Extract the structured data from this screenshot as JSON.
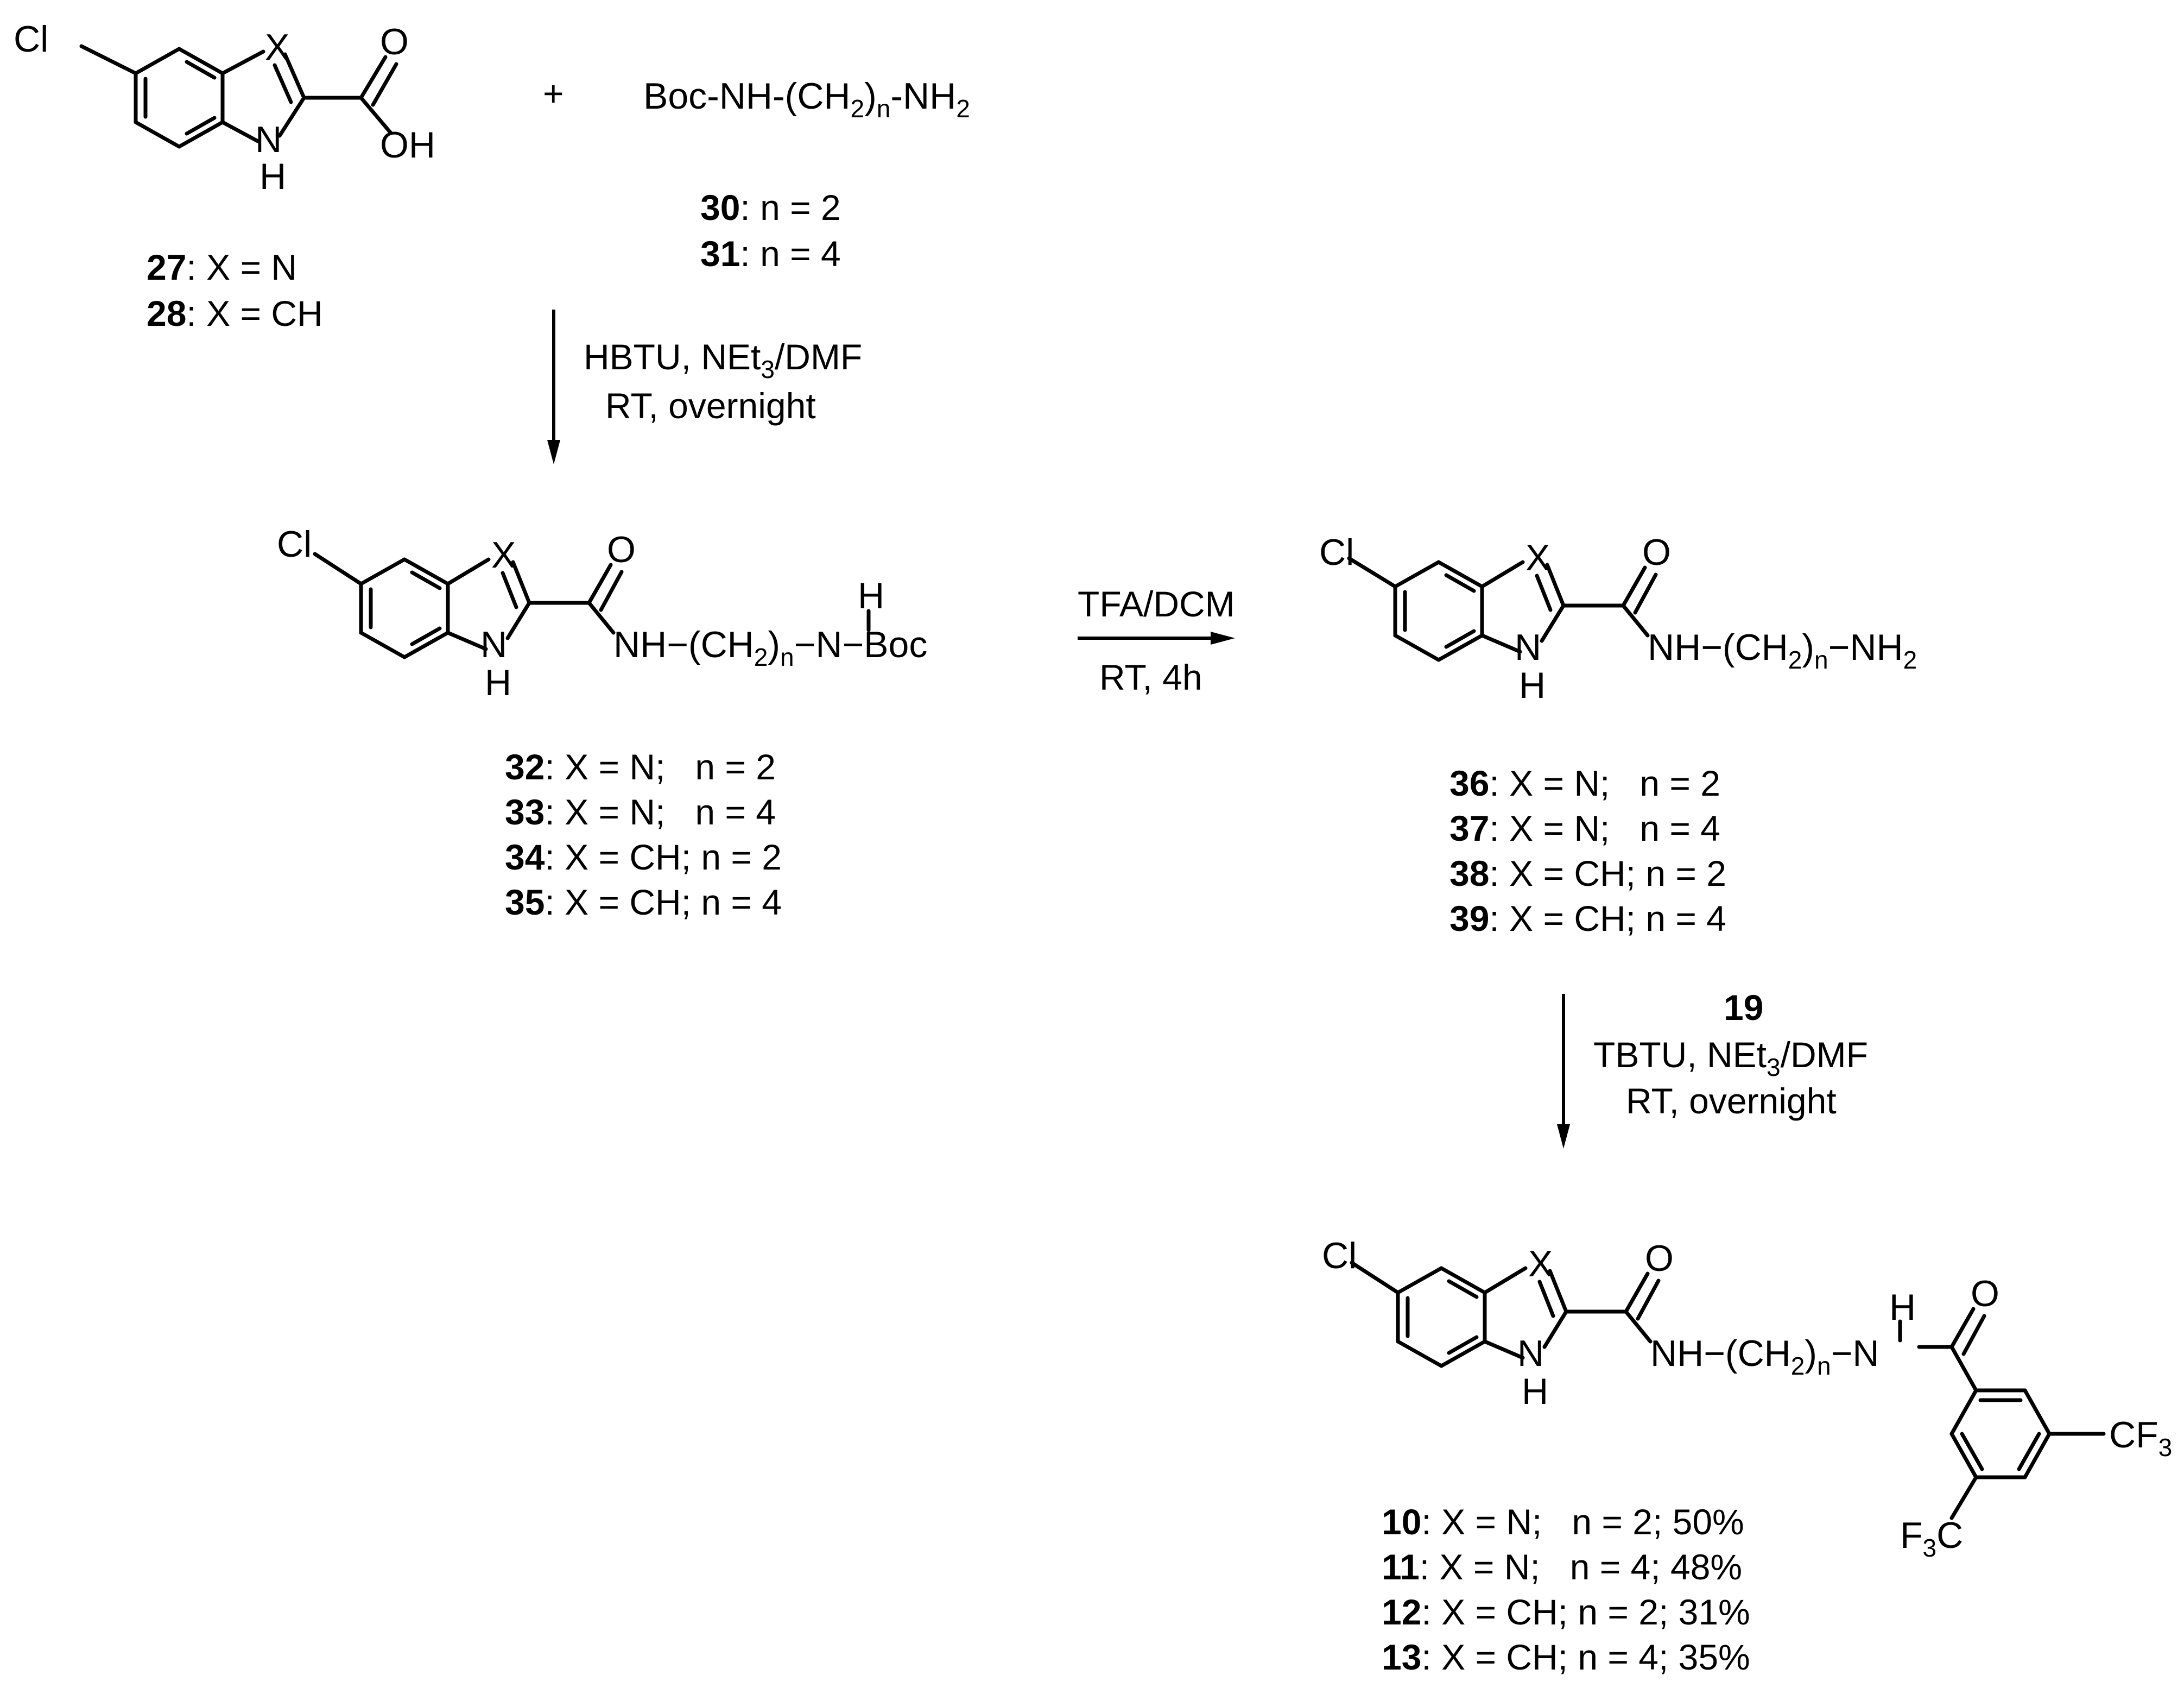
{
  "reactants": {
    "acid_atoms": {
      "cl": "Cl",
      "x": "X",
      "o": "O",
      "oh": "OH",
      "n": "N",
      "h": "H"
    },
    "acid_labels": [
      {
        "num": "27",
        "rest": ": X = N"
      },
      {
        "num": "28",
        "rest": ": X = CH"
      }
    ],
    "plus": "+",
    "amine_formula": {
      "a": "Boc-NH-(CH",
      "s1": "2",
      "b": ")",
      "s2": "n",
      "c": "-NH",
      "s3": "2"
    },
    "amine_labels": [
      {
        "num": "30",
        "rest": ": n = 2"
      },
      {
        "num": "31",
        "rest": ": n = 4"
      }
    ]
  },
  "step1": {
    "line1_a": "HBTU, NEt",
    "line1_sub": "3",
    "line1_b": "/DMF",
    "line2": "RT, overnight"
  },
  "intermediate1": {
    "atoms": {
      "cl": "Cl",
      "x": "X",
      "o": "O",
      "n": "N",
      "h": "H",
      "nh_h": "H"
    },
    "chain": {
      "a": "NH−(CH",
      "s1": "2",
      "b": ")",
      "s2": "n",
      "c": "−N−Boc"
    },
    "labels": [
      {
        "num": "32",
        "rest": ": X = N;   n = 2"
      },
      {
        "num": "33",
        "rest": ": X = N;   n = 4"
      },
      {
        "num": "34",
        "rest": ": X = CH; n = 2"
      },
      {
        "num": "35",
        "rest": ": X = CH; n = 4"
      }
    ]
  },
  "step2": {
    "line1": "TFA/DCM",
    "line2": "RT, 4h"
  },
  "intermediate2": {
    "atoms": {
      "cl": "Cl",
      "x": "X",
      "o": "O",
      "n": "N",
      "h": "H"
    },
    "chain": {
      "a": "NH−(CH",
      "s1": "2",
      "b": ")",
      "s2": "n",
      "c": "−NH",
      "s3": "2"
    },
    "labels": [
      {
        "num": "36",
        "rest": ": X = N;   n = 2"
      },
      {
        "num": "37",
        "rest": ": X = N;   n = 4"
      },
      {
        "num": "38",
        "rest": ": X = CH; n = 2"
      },
      {
        "num": "39",
        "rest": ": X = CH; n = 4"
      }
    ]
  },
  "step3": {
    "reagent": "19",
    "line1_a": "TBTU, NEt",
    "line1_sub": "3",
    "line1_b": "/DMF",
    "line2": "RT, overnight"
  },
  "product": {
    "atoms": {
      "cl": "Cl",
      "x": "X",
      "o": "O",
      "o2": "O",
      "n": "N",
      "h": "H",
      "nh_h": "H"
    },
    "chain": {
      "a": "NH−(CH",
      "s1": "2",
      "b": ")",
      "s2": "n",
      "c": "−N"
    },
    "cf3_right": {
      "a": "CF",
      "s": "3"
    },
    "cf3_left": {
      "a": "F",
      "s": "3",
      "b": "C"
    },
    "labels": [
      {
        "num": "10",
        "rest": ": X = N;   n = 2; 50%"
      },
      {
        "num": "11",
        "rest": ": X = N;   n = 4; 48%"
      },
      {
        "num": "12",
        "rest": ": X = CH; n = 2; 31%"
      },
      {
        "num": "13",
        "rest": ": X = CH; n = 4; 35%"
      }
    ]
  }
}
